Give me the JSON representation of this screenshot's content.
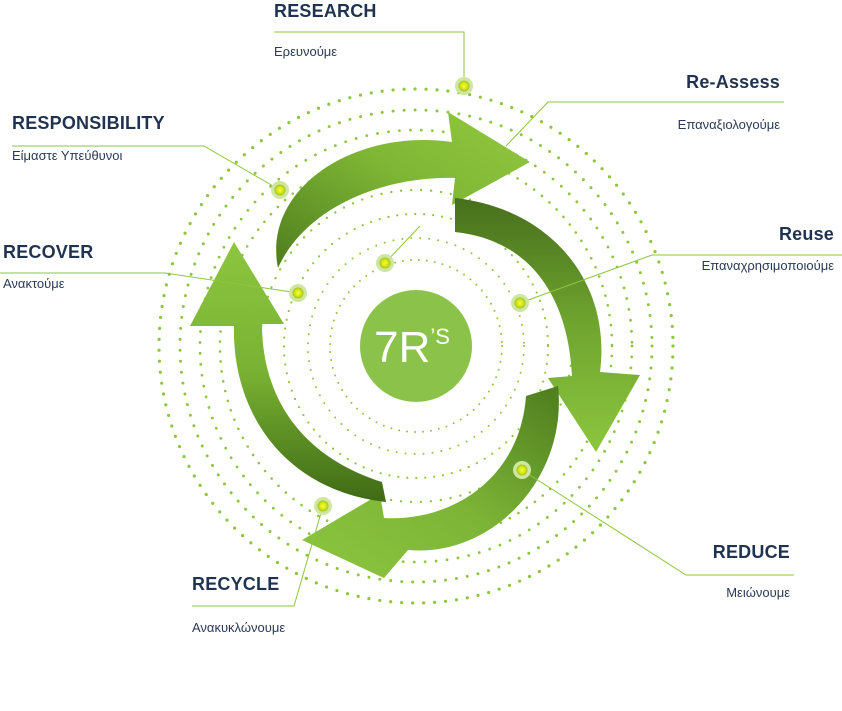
{
  "center": {
    "label_main": "7R",
    "label_sup": "’S"
  },
  "items": [
    {
      "id": "research",
      "title": "RESEARCH",
      "subtitle": "Ερευνούμε"
    },
    {
      "id": "reassess",
      "title": "Re-Assess",
      "subtitle": "Επαναξιολογούμε"
    },
    {
      "id": "reuse",
      "title": "Reuse",
      "subtitle": "Επαναχρησιμοποιούμε"
    },
    {
      "id": "reduce",
      "title": "REDUCE",
      "subtitle": "Μειώνουμε"
    },
    {
      "id": "recycle",
      "title": "RECYCLE",
      "subtitle": "Ανακυκλώνουμε"
    },
    {
      "id": "recover",
      "title": "RECOVER",
      "subtitle": "Ανακτούμε"
    },
    {
      "id": "responsibility",
      "title": "RESPONSIBILITY",
      "subtitle": "Είμαστε Υπεύθυνοι"
    }
  ],
  "colors": {
    "arrow_light": "#8cc63f",
    "arrow_dark": "#4e7d1e",
    "center_circle": "#8bc34a",
    "dots": "#8dc63f",
    "marker": "#e6f21a",
    "title_text": "#1f3350"
  }
}
